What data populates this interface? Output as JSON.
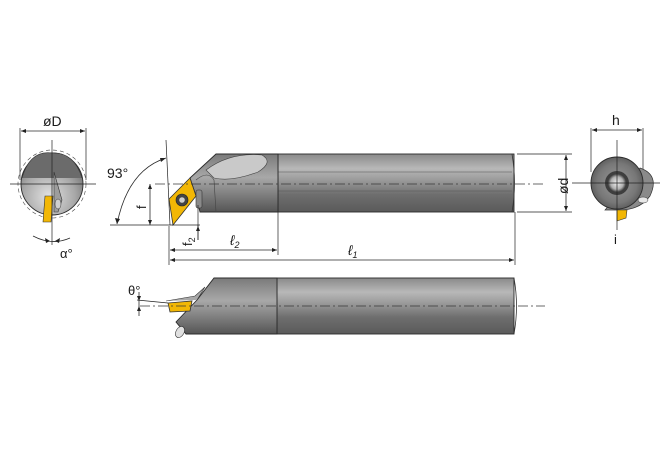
{
  "diagram": {
    "title": "Boring bar with 93° approach angle — dimension drawing",
    "views": [
      "end-view-front",
      "side-view",
      "end-view-rear",
      "top-view"
    ],
    "labels": {
      "bore_diameter": "øD",
      "clearance_angle": "α°",
      "approach_angle": "93°",
      "offset_f": "f",
      "offset_f2_main": "f",
      "offset_f2_sub": "2",
      "length_l2_main": "ℓ",
      "length_l2_sub": "2",
      "length_l1_main": "ℓ",
      "length_l1_sub": "1",
      "shank_diameter": "ød",
      "flat_height": "h",
      "coolant_label": "i",
      "inclination_angle": "θ°"
    },
    "colors": {
      "insert_yellow": "#f2b705",
      "body_dark": "#6e6e6e",
      "body_mid": "#8e8e8e",
      "body_light": "#bdbdbd",
      "line": "#222222"
    }
  }
}
